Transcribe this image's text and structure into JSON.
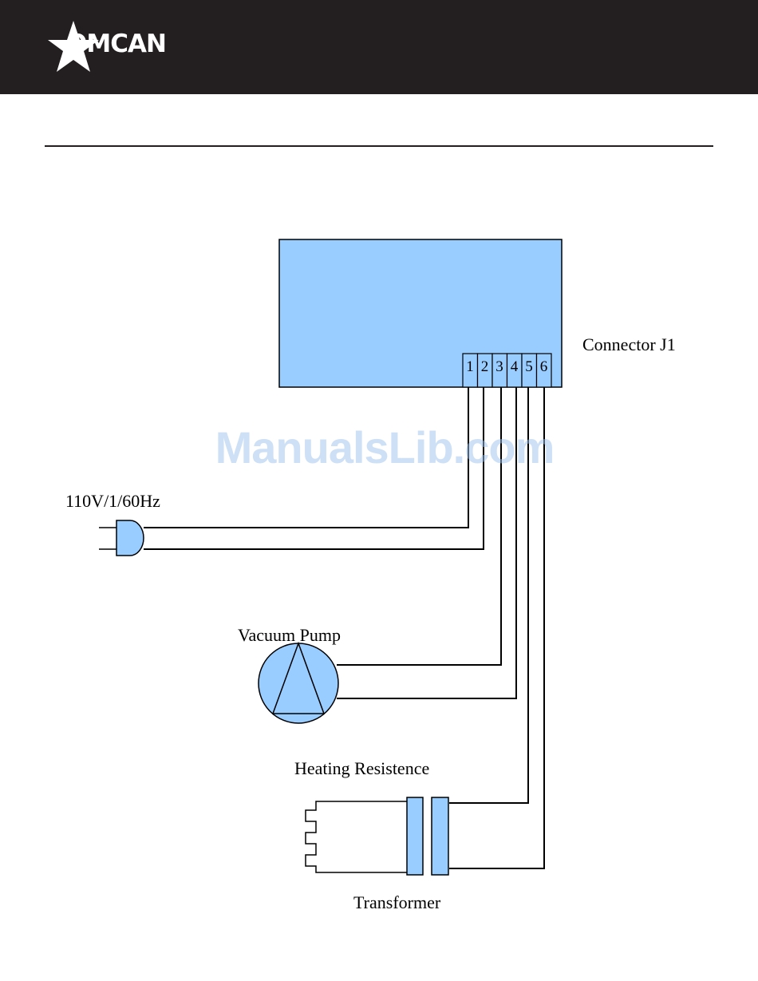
{
  "header": {
    "brand": "OMCAN",
    "background_color": "#231f20",
    "logo_icon": "star-icon"
  },
  "diagram": {
    "connector_label": "Connector J1",
    "pins": [
      "1",
      "2",
      "3",
      "4",
      "5",
      "6"
    ],
    "power_label": "110V/1/60Hz",
    "pump_label": "Vacuum Pump",
    "heater_label": "Heating Resistence",
    "transformer_label": "Transformer",
    "fill_color": "#99ccff",
    "line_color": "#000000"
  },
  "watermark": "ManualsLib.com"
}
